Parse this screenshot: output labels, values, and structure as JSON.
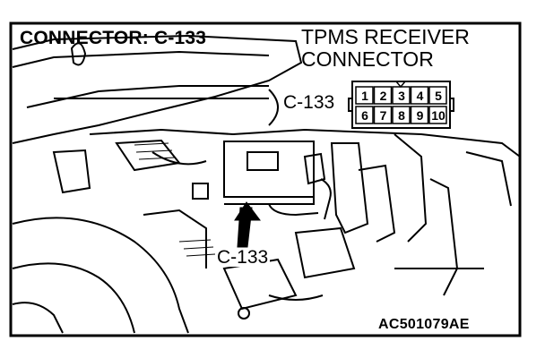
{
  "title": "CONNECTOR: C-133",
  "receiver_title": [
    "TPMS RECEIVER",
    "CONNECTOR"
  ],
  "connector_label": "C-133",
  "callout_label": "C-133",
  "figure_code": "AC501079AE",
  "pins": {
    "top": [
      "1",
      "2",
      "3",
      "4",
      "5"
    ],
    "bottom": [
      "6",
      "7",
      "8",
      "9",
      "10"
    ]
  }
}
